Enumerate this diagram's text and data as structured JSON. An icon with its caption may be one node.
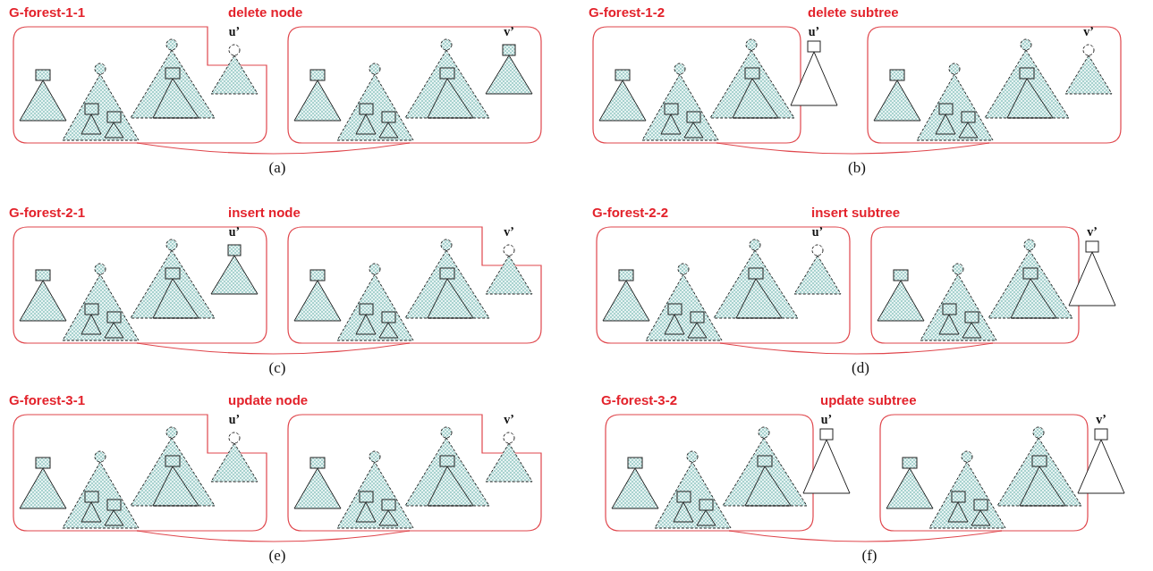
{
  "diagram": {
    "nodes": [
      {
        "text": [],
        "shape": "box"
      },
      {
        "text": [],
        "shape": "box"
      },
      {
        "text": [],
        "shape": "box"
      },
      {
        "text": [],
        "shape": "box"
      },
      {
        "text": [],
        "shape": "box"
      },
      {
        "text": [],
        "shape": "box"
      },
      {
        "text": [],
        "shape": "box"
      },
      {
        "text": [],
        "shape": "box"
      },
      {
        "text": [],
        "shape": "box"
      },
      {
        "text": [],
        "shape": "box"
      },
      {
        "text": [],
        "shape": "box"
      },
      {
        "text": [],
        "shape": "box"
      }
    ],
    "edges": [
      {
        "from": 0,
        "to": 1,
        "arrow": "none"
      },
      {
        "from": 2,
        "to": 3,
        "arrow": "none"
      },
      {
        "from": 4,
        "to": 5,
        "arrow": "none"
      },
      {
        "from": 6,
        "to": 7,
        "arrow": "none"
      },
      {
        "from": 8,
        "to": 9,
        "arrow": "none"
      },
      {
        "from": 10,
        "to": 11,
        "arrow": "none"
      }
    ],
    "labels": [
      "G-forest-1-1",
      "delete node",
      "u’",
      "v’",
      "(a)",
      "G-forest-1-2",
      "delete subtree",
      "u’",
      "v’",
      "(b)",
      "G-forest-2-1",
      "insert node",
      "u’",
      "v’",
      "(c)",
      "G-forest-2-2",
      "insert subtree",
      "u’",
      "v’",
      "(d)",
      "G-forest-3-1",
      "update node",
      "u’",
      "v’",
      "(e)",
      "G-forest-3-2",
      "update subtree",
      "u’",
      "v’",
      "(f)"
    ]
  }
}
